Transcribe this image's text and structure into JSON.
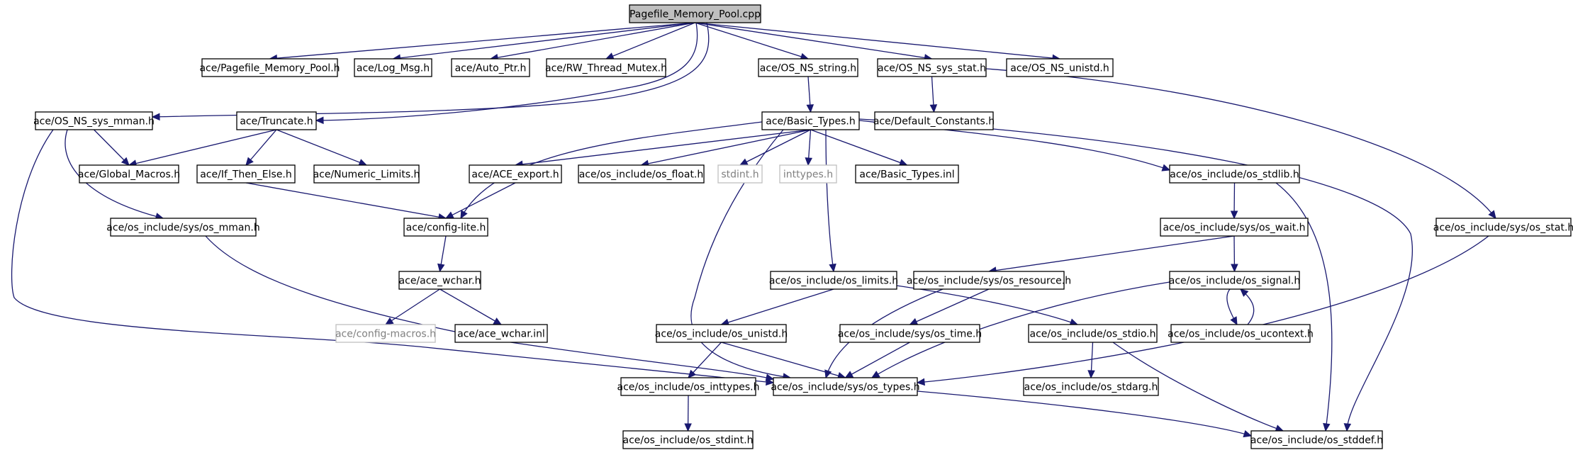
{
  "diagram": {
    "type": "include-dependency-graph",
    "colors": {
      "edge": "#191970",
      "node_border": "#000000",
      "ghost_border": "#bfbfbf",
      "ghost_text": "#808080",
      "root_fill": "#bfbfbf"
    },
    "nodes": [
      {
        "id": "root",
        "label": "Pagefile_Memory_Pool.cpp",
        "kind": "root"
      },
      {
        "id": "pmp_h",
        "label": "ace/Pagefile_Memory_Pool.h"
      },
      {
        "id": "logmsg",
        "label": "ace/Log_Msg.h"
      },
      {
        "id": "autoptr",
        "label": "ace/Auto_Ptr.h"
      },
      {
        "id": "rwmutex",
        "label": "ace/RW_Thread_Mutex.h"
      },
      {
        "id": "nsstring",
        "label": "ace/OS_NS_string.h"
      },
      {
        "id": "nssysstat",
        "label": "ace/OS_NS_sys_stat.h"
      },
      {
        "id": "nsunistd",
        "label": "ace/OS_NS_unistd.h"
      },
      {
        "id": "nsmman",
        "label": "ace/OS_NS_sys_mman.h"
      },
      {
        "id": "truncate",
        "label": "ace/Truncate.h"
      },
      {
        "id": "basictypes",
        "label": "ace/Basic_Types.h"
      },
      {
        "id": "defconst",
        "label": "ace/Default_Constants.h"
      },
      {
        "id": "globalmacros",
        "label": "ace/Global_Macros.h"
      },
      {
        "id": "ifthenelse",
        "label": "ace/If_Then_Else.h"
      },
      {
        "id": "numlimits",
        "label": "ace/Numeric_Limits.h"
      },
      {
        "id": "aceexport",
        "label": "ace/ACE_export.h"
      },
      {
        "id": "osfloat",
        "label": "ace/os_include/os_float.h"
      },
      {
        "id": "stdint",
        "label": "stdint.h",
        "kind": "ghost"
      },
      {
        "id": "inttypes",
        "label": "inttypes.h",
        "kind": "ghost"
      },
      {
        "id": "basicinl",
        "label": "ace/Basic_Types.inl"
      },
      {
        "id": "osstdlib",
        "label": "ace/os_include/os_stdlib.h"
      },
      {
        "id": "sysmman",
        "label": "ace/os_include/sys/os_mman.h"
      },
      {
        "id": "configlite",
        "label": "ace/config-lite.h"
      },
      {
        "id": "syswait",
        "label": "ace/os_include/sys/os_wait.h"
      },
      {
        "id": "sysstat",
        "label": "ace/os_include/sys/os_stat.h"
      },
      {
        "id": "acewchar",
        "label": "ace/ace_wchar.h"
      },
      {
        "id": "oslimits",
        "label": "ace/os_include/os_limits.h"
      },
      {
        "id": "sysresource",
        "label": "ace/os_include/sys/os_resource.h"
      },
      {
        "id": "ossignal",
        "label": "ace/os_include/os_signal.h"
      },
      {
        "id": "configmacros",
        "label": "ace/config-macros.h",
        "kind": "ghost"
      },
      {
        "id": "wcharinl",
        "label": "ace/ace_wchar.inl"
      },
      {
        "id": "osunistd",
        "label": "ace/os_include/os_unistd.h"
      },
      {
        "id": "systime",
        "label": "ace/os_include/sys/os_time.h"
      },
      {
        "id": "osstdio",
        "label": "ace/os_include/os_stdio.h"
      },
      {
        "id": "osucontext",
        "label": "ace/os_include/os_ucontext.h"
      },
      {
        "id": "osinttypes",
        "label": "ace/os_include/os_inttypes.h"
      },
      {
        "id": "systypes",
        "label": "ace/os_include/sys/os_types.h"
      },
      {
        "id": "osstdarg",
        "label": "ace/os_include/os_stdarg.h"
      },
      {
        "id": "osstdint",
        "label": "ace/os_include/os_stdint.h"
      },
      {
        "id": "osstddef",
        "label": "ace/os_include/os_stddef.h"
      }
    ],
    "edges": [
      {
        "from": "root",
        "to": "pmp_h"
      },
      {
        "from": "root",
        "to": "logmsg"
      },
      {
        "from": "root",
        "to": "autoptr"
      },
      {
        "from": "root",
        "to": "rwmutex"
      },
      {
        "from": "root",
        "to": "nsstring"
      },
      {
        "from": "root",
        "to": "nssysstat"
      },
      {
        "from": "root",
        "to": "nsunistd"
      },
      {
        "from": "root",
        "to": "nsmman"
      },
      {
        "from": "root",
        "to": "truncate"
      },
      {
        "from": "nsstring",
        "to": "basictypes"
      },
      {
        "from": "nssysstat",
        "to": "defconst"
      },
      {
        "from": "nssysstat",
        "to": "sysstat"
      },
      {
        "from": "nsmman",
        "to": "globalmacros"
      },
      {
        "from": "nsmman",
        "to": "sysmman"
      },
      {
        "from": "nsmman",
        "to": "systypes"
      },
      {
        "from": "truncate",
        "to": "globalmacros"
      },
      {
        "from": "truncate",
        "to": "ifthenelse"
      },
      {
        "from": "truncate",
        "to": "numlimits"
      },
      {
        "from": "basictypes",
        "to": "configlite"
      },
      {
        "from": "basictypes",
        "to": "aceexport"
      },
      {
        "from": "basictypes",
        "to": "osfloat"
      },
      {
        "from": "basictypes",
        "to": "stdint"
      },
      {
        "from": "basictypes",
        "to": "inttypes"
      },
      {
        "from": "basictypes",
        "to": "basicinl"
      },
      {
        "from": "basictypes",
        "to": "osstdlib"
      },
      {
        "from": "basictypes",
        "to": "oslimits"
      },
      {
        "from": "basictypes",
        "to": "systypes"
      },
      {
        "from": "basictypes",
        "to": "osstddef"
      },
      {
        "from": "ifthenelse",
        "to": "configlite"
      },
      {
        "from": "aceexport",
        "to": "configlite"
      },
      {
        "from": "configlite",
        "to": "acewchar"
      },
      {
        "from": "acewchar",
        "to": "configmacros"
      },
      {
        "from": "acewchar",
        "to": "wcharinl"
      },
      {
        "from": "sysmman",
        "to": "systypes"
      },
      {
        "from": "osstdlib",
        "to": "syswait"
      },
      {
        "from": "osstdlib",
        "to": "osstddef"
      },
      {
        "from": "syswait",
        "to": "sysresource"
      },
      {
        "from": "syswait",
        "to": "ossignal"
      },
      {
        "from": "sysstat",
        "to": "systypes"
      },
      {
        "from": "oslimits",
        "to": "osunistd"
      },
      {
        "from": "oslimits",
        "to": "osstdio"
      },
      {
        "from": "sysresource",
        "to": "systime"
      },
      {
        "from": "sysresource",
        "to": "systypes"
      },
      {
        "from": "ossignal",
        "to": "osucontext"
      },
      {
        "from": "ossignal",
        "to": "systypes"
      },
      {
        "from": "osucontext",
        "to": "ossignal"
      },
      {
        "from": "osunistd",
        "to": "osinttypes"
      },
      {
        "from": "osunistd",
        "to": "systypes"
      },
      {
        "from": "systime",
        "to": "systypes"
      },
      {
        "from": "osstdio",
        "to": "osstdarg"
      },
      {
        "from": "osstdio",
        "to": "osstddef"
      },
      {
        "from": "osinttypes",
        "to": "osstdint"
      },
      {
        "from": "systypes",
        "to": "osstddef"
      }
    ]
  }
}
